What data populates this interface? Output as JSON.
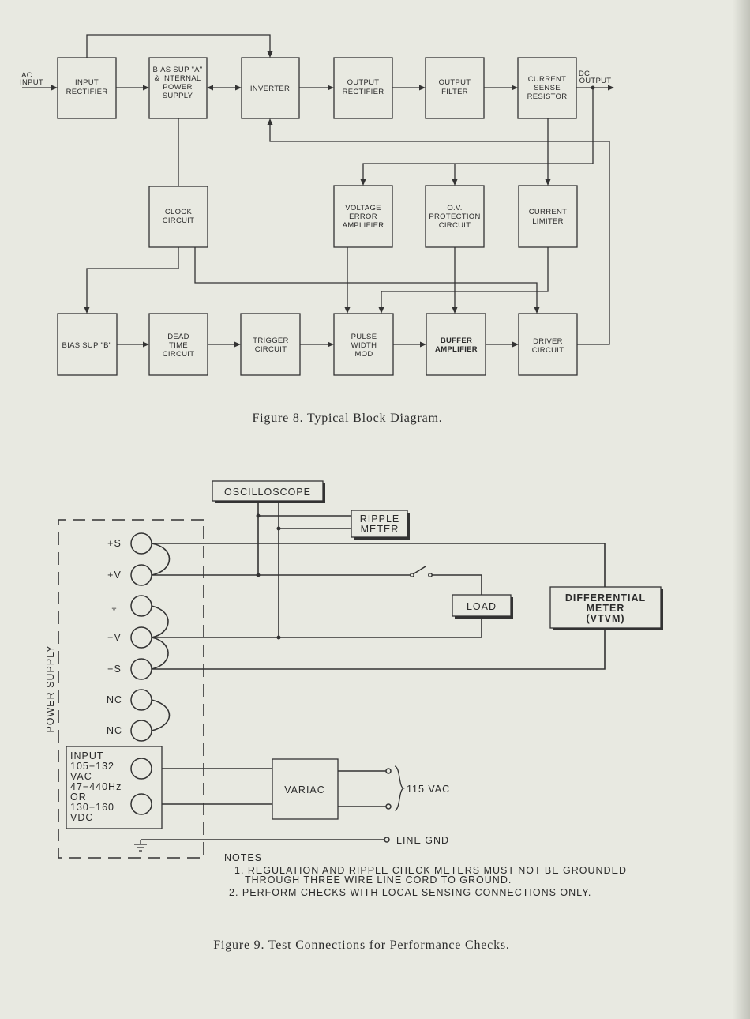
{
  "figure8": {
    "ac_input": [
      "AC",
      "INPUT"
    ],
    "dc_output": [
      "DC",
      "OUTPUT"
    ],
    "blocks": {
      "input_rectifier": [
        "INPUT",
        "RECTIFIER"
      ],
      "bias_sup_a": [
        "BIAS SUP \"A\"",
        "& INTERNAL",
        "POWER",
        "SUPPLY"
      ],
      "inverter": [
        "INVERTER"
      ],
      "output_rectifier": [
        "OUTPUT",
        "RECTIFIER"
      ],
      "output_filter": [
        "OUTPUT",
        "FILTER"
      ],
      "current_sense": [
        "CURRENT",
        "SENSE",
        "RESISTOR"
      ],
      "clock": [
        "CLOCK",
        "CIRCUIT"
      ],
      "voltage_error": [
        "VOLTAGE",
        "ERROR",
        "AMPLIFIER"
      ],
      "ov_protection": [
        "O.V.",
        "PROTECTION",
        "CIRCUIT"
      ],
      "current_limiter": [
        "CURRENT",
        "LIMITER"
      ],
      "bias_sup_b": [
        "BIAS SUP \"B\""
      ],
      "dead_time": [
        "DEAD",
        "TIME",
        "CIRCUIT"
      ],
      "trigger": [
        "TRIGGER",
        "CIRCUIT"
      ],
      "pwm": [
        "PULSE",
        "WIDTH",
        "MOD"
      ],
      "buffer": [
        "BUFFER",
        "AMPLIFIER"
      ],
      "driver": [
        "DRIVER",
        "CIRCUIT"
      ]
    },
    "caption": "Figure 8.  Typical Block Diagram."
  },
  "figure9": {
    "oscilloscope": "OSCILLOSCOPE",
    "ripple_meter": [
      "RIPPLE",
      "METER"
    ],
    "load": "LOAD",
    "differential_meter": [
      "DIFFERENTIAL",
      "METER",
      "(VTVM)"
    ],
    "power_supply": "POWER SUPPLY",
    "terminals": [
      "+S",
      "+V",
      "⏚",
      "−V",
      "−S",
      "NC",
      "NC"
    ],
    "input_label": [
      "INPUT",
      "105−132",
      "VAC",
      "47−440Hz",
      "OR",
      "130−160",
      "VDC"
    ],
    "variac": "VARIAC",
    "vac_115": "115 VAC",
    "line_gnd": "LINE GND",
    "notes_title": "NOTES",
    "notes": [
      "1. REGULATION AND RIPPLE CHECK METERS MUST NOT BE GROUNDED",
      "THROUGH THREE WIRE LINE CORD TO GROUND.",
      "2. PERFORM CHECKS WITH LOCAL SENSING CONNECTIONS ONLY."
    ],
    "caption": "Figure 9.  Test Connections for Performance Checks."
  }
}
